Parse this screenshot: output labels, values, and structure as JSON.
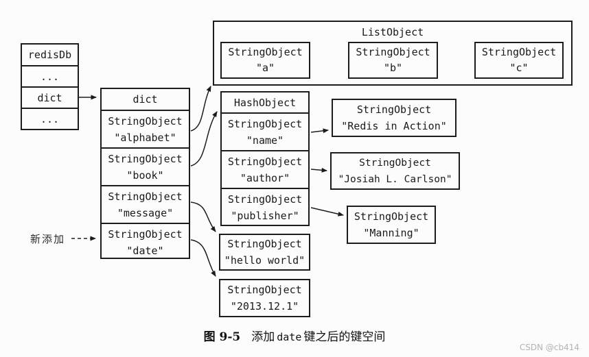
{
  "diagram": {
    "redisdb_table": {
      "rows": [
        {
          "label": "redisDb"
        },
        {
          "label": "..."
        },
        {
          "label": "dict"
        },
        {
          "label": "..."
        }
      ]
    },
    "dict_table": {
      "header": "dict",
      "rows": [
        {
          "type": "StringObject",
          "value": "\"alphabet\""
        },
        {
          "type": "StringObject",
          "value": "\"book\""
        },
        {
          "type": "StringObject",
          "value": "\"message\""
        },
        {
          "type": "StringObject",
          "value": "\"date\""
        }
      ]
    },
    "list_object": {
      "title": "ListObject",
      "items": [
        {
          "type": "StringObject",
          "value": "\"a\""
        },
        {
          "type": "StringObject",
          "value": "\"b\""
        },
        {
          "type": "StringObject",
          "value": "\"c\""
        }
      ]
    },
    "hash_object": {
      "header": "HashObject",
      "fields": [
        {
          "type": "StringObject",
          "value": "\"name\""
        },
        {
          "type": "StringObject",
          "value": "\"author\""
        },
        {
          "type": "StringObject",
          "value": "\"publisher\""
        }
      ]
    },
    "value_boxes": {
      "name_value": {
        "type": "StringObject",
        "value": "\"Redis in Action\""
      },
      "author_value": {
        "type": "StringObject",
        "value": "\"Josiah L. Carlson\""
      },
      "publisher_value": {
        "type": "StringObject",
        "value": "\"Manning\""
      },
      "message_value": {
        "type": "StringObject",
        "value": "\"hello world\""
      },
      "date_value": {
        "type": "StringObject",
        "value": "\"2013.12.1\""
      }
    },
    "annotation": {
      "new_added_label": "新添加"
    },
    "caption": {
      "figure_number": "图 9-5",
      "text_before_code": "添加",
      "code": "date",
      "text_after_code": "键之后的键空间"
    },
    "watermark": "CSDN @cb414",
    "colors": {
      "line": "#1c1c1c",
      "background": "#fcfcfc",
      "watermark_text": "#b3b3b3"
    }
  }
}
